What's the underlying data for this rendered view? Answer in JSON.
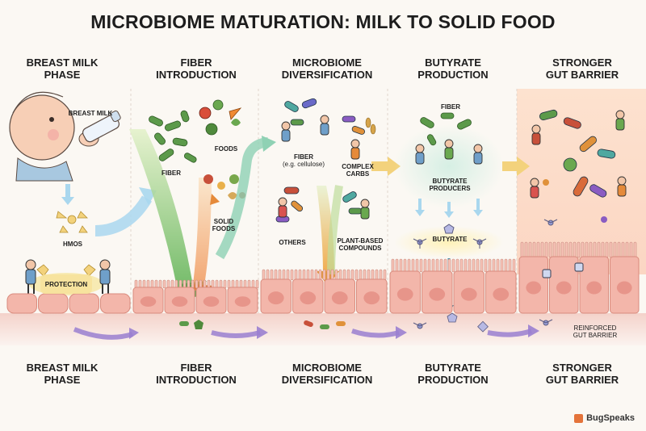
{
  "title": "MICROBIOME MATURATION: MILK TO SOLID FOOD",
  "stages_top": [
    {
      "line1": "BREAST MILK",
      "line2": "PHASE"
    },
    {
      "line1": "FIBER",
      "line2": "INTRODUCTION"
    },
    {
      "line1": "MICROBIOME",
      "line2": "DIVERSIFICATION"
    },
    {
      "line1": "BUTYRATE",
      "line2": "PRODUCTION"
    },
    {
      "line1": "STRONGER",
      "line2": "GUT BARRIER"
    }
  ],
  "stages_bottom": [
    {
      "line1": "BREAST MILK",
      "line2": "PHASE"
    },
    {
      "line1": "FIBER",
      "line2": "INTRODUCTION"
    },
    {
      "line1": "MICROBIOME",
      "line2": "DIVERSIFICATION"
    },
    {
      "line1": "BUTYRATE",
      "line2": "PRODUCTION"
    },
    {
      "line1": "STRONGER",
      "line2": "GUT BARRIER"
    }
  ],
  "labels": {
    "breast_milk": "BREAST MILK",
    "hmos": "HMOs",
    "protection": "PROTECTION",
    "fiber": "FIBER",
    "foods": "FOODS",
    "solid_foods_1": "SOLID",
    "solid_foods_2": "FOODS",
    "fiber_cellulose_1": "FIBER",
    "fiber_cellulose_2": "(e.g. cellulose)",
    "complex_carbs_1": "COMPLEX",
    "complex_carbs_2": "CARBS",
    "others": "OTHERS",
    "plant_based_1": "PLANT-BASED",
    "plant_based_2": "COMPOUNDS",
    "fiber_butyrate": "FIBER",
    "butyrate_producers_1": "BUTYRATE",
    "butyrate_producers_2": "PRODUCERS",
    "butyrate": "BUTYRATE",
    "reinforced_1": "REINFORCED",
    "reinforced_2": "GUT BARRIER"
  },
  "brand": "BugSpeaks",
  "colors": {
    "epithelium": "#f3b6aa",
    "epithelium_dark": "#d98b7d",
    "nucleus": "#e07f74",
    "arrow_blue": "#a9d7ee",
    "arrow_green": "#7bc36b",
    "arrow_orange": "#f0a352",
    "arrow_purple": "#9a7fd0",
    "arrow_yellow": "#f3d27c",
    "bacteria_green": "#5c9a4a",
    "person_blue": "#6f9fc9"
  }
}
